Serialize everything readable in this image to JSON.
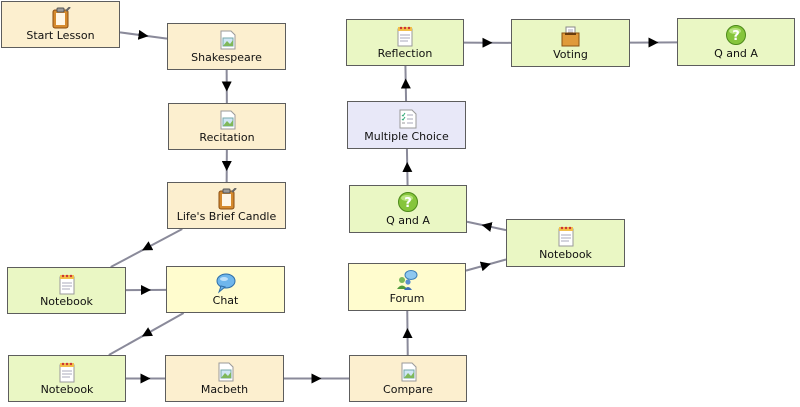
{
  "nodes": {
    "start": {
      "label": "Start Lesson",
      "icon": "clipboard-icon"
    },
    "shake": {
      "label": "Shakespeare",
      "icon": "image-page-icon"
    },
    "recit": {
      "label": "Recitation",
      "icon": "image-page-icon"
    },
    "brief": {
      "label": "Life's Brief Candle",
      "icon": "clipboard-icon"
    },
    "nb1": {
      "label": "Notebook",
      "icon": "notepad-icon"
    },
    "chat": {
      "label": "Chat",
      "icon": "speech-bubble-icon"
    },
    "nb2": {
      "label": "Notebook",
      "icon": "notepad-icon"
    },
    "macbeth": {
      "label": "Macbeth",
      "icon": "image-page-icon"
    },
    "compare": {
      "label": "Compare",
      "icon": "image-page-icon"
    },
    "forum": {
      "label": "Forum",
      "icon": "forum-users-icon"
    },
    "nb3": {
      "label": "Notebook",
      "icon": "notepad-icon"
    },
    "qa1": {
      "label": "Q and A",
      "icon": "question-mark-icon"
    },
    "mc": {
      "label": "Multiple Choice",
      "icon": "checklist-page-icon"
    },
    "reflection": {
      "label": "Reflection",
      "icon": "notepad-icon"
    },
    "voting": {
      "label": "Voting",
      "icon": "ballot-box-icon"
    },
    "qa2": {
      "label": "Q and A",
      "icon": "question-mark-icon"
    }
  },
  "edges": [
    [
      "start",
      "shake"
    ],
    [
      "shake",
      "recit"
    ],
    [
      "recit",
      "brief"
    ],
    [
      "brief",
      "nb1"
    ],
    [
      "nb1",
      "chat"
    ],
    [
      "chat",
      "nb2"
    ],
    [
      "nb2",
      "macbeth"
    ],
    [
      "macbeth",
      "compare"
    ],
    [
      "compare",
      "forum"
    ],
    [
      "forum",
      "nb3"
    ],
    [
      "nb3",
      "qa1"
    ],
    [
      "qa1",
      "mc"
    ],
    [
      "mc",
      "reflection"
    ],
    [
      "reflection",
      "voting"
    ],
    [
      "voting",
      "qa2"
    ]
  ],
  "colors": {
    "activity_tan": "#fcefcf",
    "activity_green": "#eaf7c4",
    "activity_lavender": "#e8e8f8",
    "activity_yellow": "#fffcce",
    "node_border": "#5d5d5d",
    "edge": "#8a8a9a",
    "arrowhead": "#000000"
  }
}
